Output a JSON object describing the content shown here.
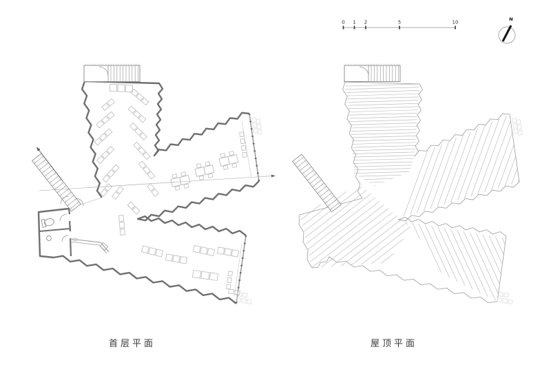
{
  "sheet": {
    "background": "#ffffff"
  },
  "plans": [
    {
      "id": "first-floor",
      "title": "首层平面"
    },
    {
      "id": "roof",
      "title": "屋顶平面"
    }
  ],
  "scalebar": {
    "ticks": [
      "0",
      "1",
      "2",
      "5",
      "10"
    ]
  },
  "north": {
    "label": "N"
  },
  "colors": {
    "wall": "#6f6f6f",
    "facade": "#8f8f8f",
    "mullion": "#5f5f5f",
    "thin": "#9a9a9a",
    "furniture": "#bcbcbc",
    "furniture_faint": "#dedede",
    "fixture": "#8f8f8f",
    "stair": "#8f8f8f",
    "roof_outline": "#9b9b9b",
    "roof_fold": "#b2b2b2",
    "scale_line": "#a8a8a8",
    "tick": "#2f2f2f",
    "section": "#a0a0a0",
    "arrow": "#555555",
    "north_needle": "#141414",
    "north_ring": "#a8a8a8"
  }
}
